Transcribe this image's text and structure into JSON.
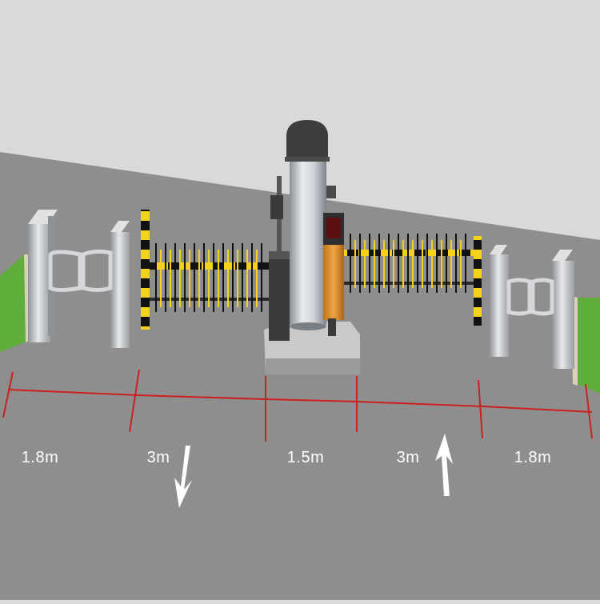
{
  "diagram": {
    "colors": {
      "sky": "#d9d9d9",
      "road": "#8e8e8e",
      "grass": "#5fae3c",
      "measure_line": "#cc1f1f",
      "barrier_yellow": "#f2d21b",
      "barrier_black": "#111111",
      "metal": "#b9bcc0",
      "cabinet_dark": "#3a3a3a",
      "arrow": "#ffffff"
    },
    "dimensions": [
      {
        "label": "1.8m"
      },
      {
        "label": "3m"
      },
      {
        "label": "1.5m"
      },
      {
        "label": "3m"
      },
      {
        "label": "1.8m"
      }
    ],
    "arrows": [
      {
        "direction": "down"
      },
      {
        "direction": "up"
      }
    ]
  }
}
